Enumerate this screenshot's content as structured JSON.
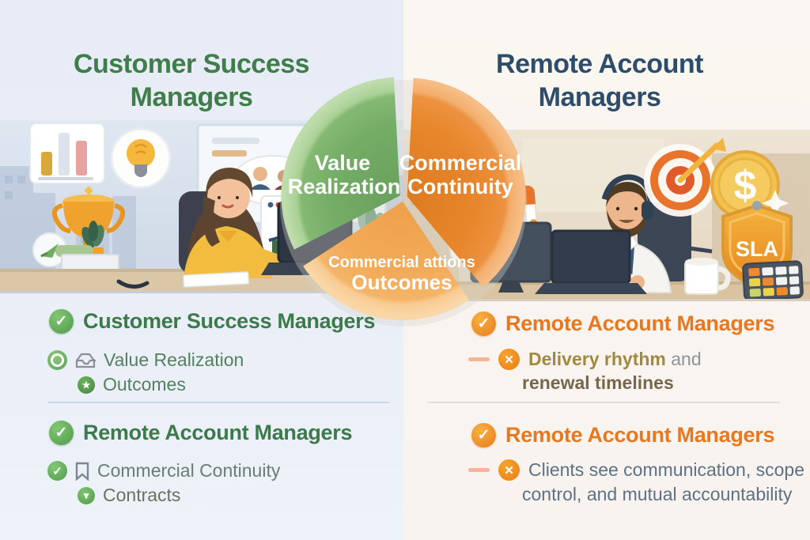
{
  "titles": {
    "left_line1": "Customer Success",
    "left_line2": "Managers",
    "right_line1": "Remote Account",
    "right_line2": "Managers"
  },
  "chart_data": {
    "type": "pie",
    "title": "",
    "slices": [
      {
        "label": "Value Realization",
        "label_line1": "Value",
        "label_line2": "Realization",
        "value": 33.3,
        "color": "#77af68"
      },
      {
        "label": "Commercial Continuity",
        "label_line1": "Commercial",
        "label_line2": "Continuity",
        "value": 33.3,
        "color": "#e8862c"
      },
      {
        "label": "Commercial attions Outcomes",
        "label_line1": "Commercial attions",
        "label_line2": "Outcomes",
        "value": 33.3,
        "color": "#f2aa58"
      }
    ],
    "legend_position": "none",
    "notes": "three roughly equal exploded wedges, white gaps, labels inside slices"
  },
  "left_list": {
    "sections": [
      {
        "heading": "Customer Success Managers",
        "items": [
          {
            "text": "Value Realization"
          },
          {
            "text": "Outcomes"
          }
        ]
      },
      {
        "heading": "Remote Account Managers",
        "items": [
          {
            "text": "Commercial Continuity"
          },
          {
            "text": "Contracts"
          }
        ]
      }
    ]
  },
  "right_list": {
    "sections": [
      {
        "heading": "Remote Account Managers",
        "line1_bold": "Delivery rhythm",
        "line1_rest": " and",
        "line2": "renewal timelines"
      },
      {
        "heading": "Remote Account Managers",
        "line1": "Clients see communication, scope",
        "line2": "control, and mutual accountability"
      }
    ]
  },
  "illustrations": {
    "sla_label": "SLA",
    "dollar_sign": "$"
  },
  "icons": {
    "check": "✓",
    "x": "✕",
    "star": "★",
    "chevron_down": "▾"
  },
  "colors": {
    "title_green": "#3f7d4a",
    "title_navy": "#2e4d6b",
    "heading_orange": "#e8781f",
    "pie_green": "#77af68",
    "pie_orange": "#e8862c",
    "pie_light_orange": "#f2aa58",
    "left_bg": "#e8edf6",
    "right_bg": "#faf6f1"
  }
}
